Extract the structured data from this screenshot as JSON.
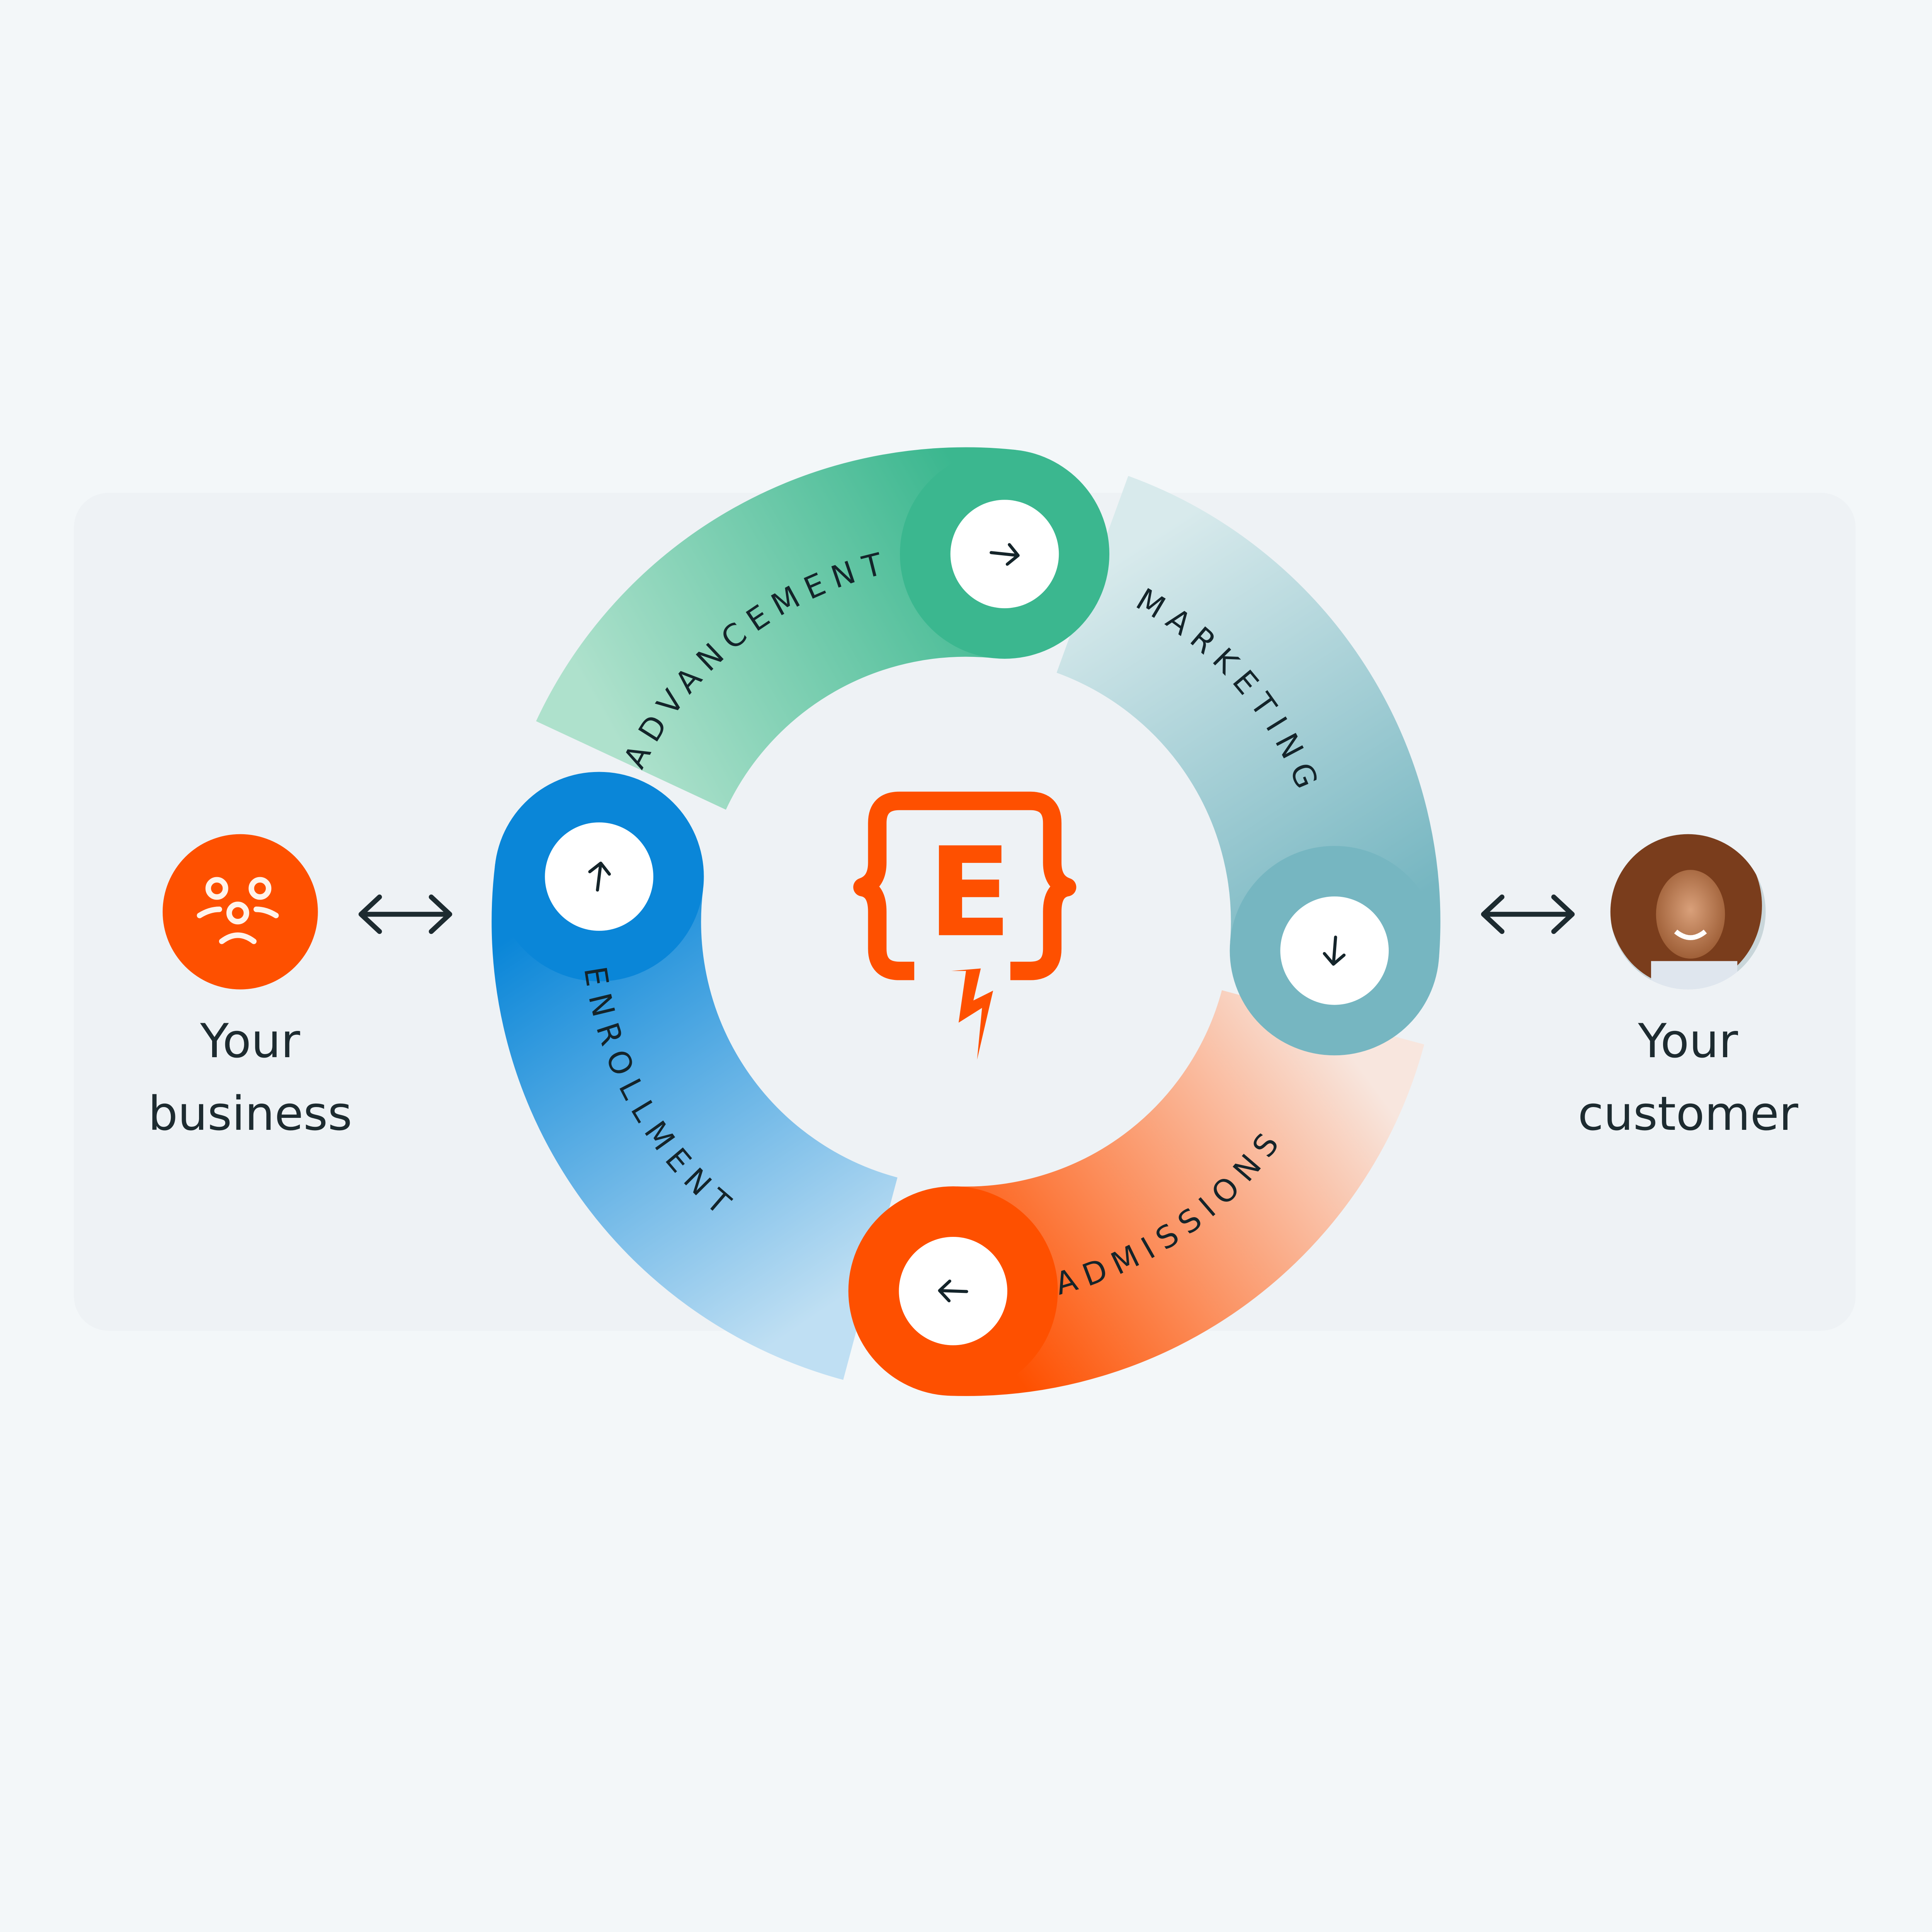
{
  "left_node": {
    "line1": "Your",
    "line2": "business",
    "icon": "sad-faces-icon",
    "color": "#fe5000"
  },
  "right_node": {
    "line1": "Your",
    "line2": "customer",
    "icon": "customer-photo-avatar"
  },
  "center_logo": {
    "letter": "E",
    "icon": "braces-lightning-logo",
    "color": "#fe5000"
  },
  "segments": [
    {
      "label": "ADVANCEMENT",
      "from": "#aee1cc",
      "to": "#3bb78f",
      "arrow": "arrow-right-icon"
    },
    {
      "label": "MARKETING",
      "from": "#d8eaec",
      "to": "#76b6c1",
      "arrow": "arrow-down-icon"
    },
    {
      "label": "ADMISSIONS",
      "from": "#f8e6de",
      "to": "#fe5000",
      "arrow": "arrow-left-icon"
    },
    {
      "label": "ENROLLMENT",
      "from": "#bfdff3",
      "to": "#0a86d8",
      "arrow": "arrow-up-icon"
    }
  ],
  "connector_icon": "double-arrow-icon"
}
